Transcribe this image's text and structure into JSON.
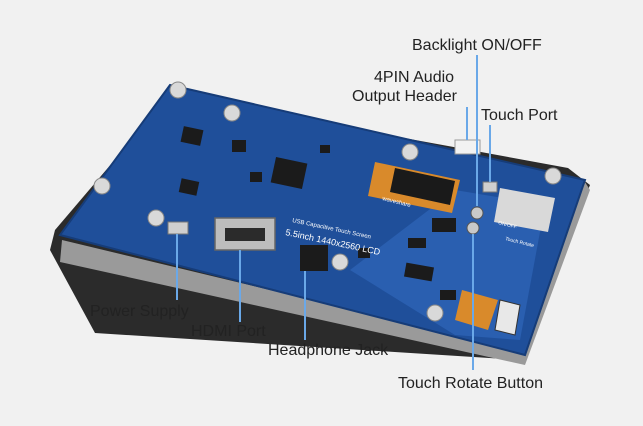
{
  "labels": {
    "backlight": "Backlight ON/OFF",
    "audio_line1": "4PIN Audio",
    "audio_line2": "Output Header",
    "touch_port": "Touch Port",
    "power_supply": "Power Supply",
    "hdmi_port": "HDMI Port",
    "headphone_jack": "Headphone Jack",
    "touch_rotate": "Touch Rotate Button"
  },
  "board_silkscreen": {
    "model": "5.5inch 1440x2560 LCD",
    "subtitle": "USB Capacitive Touch Screen",
    "brand": "waveshare",
    "rotate_text": "Touch Rotate",
    "onoff_text": "ON/OFF"
  },
  "colors": {
    "board": "#1f4f9a",
    "board_edge": "#163c78",
    "screen_frame": "#2a2a2a",
    "leader_line": "#6aa8e8",
    "label_text": "#222222"
  }
}
